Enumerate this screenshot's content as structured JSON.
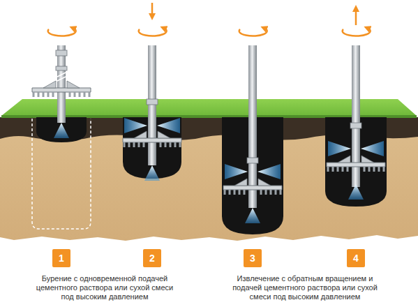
{
  "diagram": {
    "nodes": [
      {
        "text": [
          "1"
        ]
      },
      {
        "text": [
          "2"
        ]
      },
      {
        "text": [
          "3"
        ]
      },
      {
        "text": [
          "4"
        ]
      }
    ],
    "labels": [
      "Бурение с одновременной подачей цементного раствора или сухой смеси под высоким давлением",
      "Извлечение с обратным вращением и подачей цементного раствора или сухой смеси под высоким давлением"
    ]
  }
}
